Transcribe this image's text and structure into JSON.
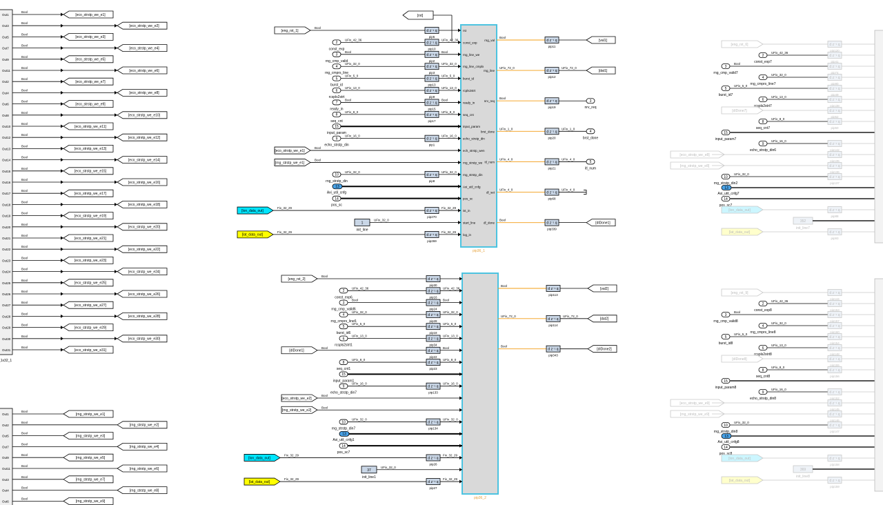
{
  "left_bus_top": {
    "ports": [
      "Out1",
      "Out3",
      "Out5",
      "Out7",
      "Out9",
      "Out11",
      "Out2",
      "Out4",
      "Out6",
      "Out8",
      "Out10",
      "Out12",
      "Out13",
      "Out14",
      "Out15",
      "Out16",
      "Out17",
      "Out18",
      "Out19",
      "Out20",
      "Out21",
      "Out22",
      "Out23",
      "Out24",
      "Out25",
      "Out26",
      "Out27",
      "Out28",
      "Out29",
      "Out30",
      "Out31"
    ],
    "signal_type": "Bool",
    "tags": [
      "[eco_strstp_we_e1]",
      "[eco_strstp_we_e2]",
      "[eco_strstp_we_e3]",
      "[eco_strstp_we_e4]",
      "[eco_strstp_we_e5]",
      "[eco_strstp_we_e6]",
      "[eco_strstp_we_e7]",
      "[eco_strstp_we_e8]",
      "[eco_strstp_we_e9]",
      "[eco_strstp_we_e10]",
      "[eco_strstp_we_e11]",
      "[eco_strstp_we_e12]",
      "[eco_strstp_we_e13]",
      "[eco_strstp_we_e14]",
      "[eco_strstp_we_e15]",
      "[eco_strstp_we_e16]",
      "[eco_strstp_we_e17]",
      "[eco_strstp_we_e18]",
      "[eco_strstp_we_e19]",
      "[eco_strstp_we_e20]",
      "[eco_strstp_we_e21]",
      "[eco_strstp_we_e22]",
      "[eco_strstp_we_e23]",
      "[eco_strstp_we_e24]",
      "[eco_strstp_we_e25]",
      "[eco_strstp_we_e26]",
      "[eco_strstp_we_e27]",
      "[eco_strstp_we_e28]",
      "[eco_strstp_we_e29]",
      "[eco_strstp_we_e30]",
      "[eco_strstp_we_e31]"
    ],
    "block_label": "_1x32_1"
  },
  "left_bus_bottom": {
    "ports": [
      "Out1",
      "Out2",
      "Out5",
      "Out7",
      "Out9",
      "Out11",
      "Out3",
      "Out4",
      "Out6"
    ],
    "tags": [
      "[rng_strstp_we_e1]",
      "[rng_strstp_we_e2]",
      "[rng_strstp_we_e3]",
      "[rng_strstp_we_e4]",
      "[rng_strstp_we_e5]",
      "[rng_strstp_we_e6]",
      "[rng_strstp_we_e7]",
      "[rng_strstp_we_e8]",
      "[rng_strstp_we_e9]"
    ]
  },
  "top_goto": "[rst]",
  "subsystem1": {
    "name": "pip36_1",
    "in_ports": [
      "rst",
      "const_exp",
      "rng_line_we",
      "rng_line_cmplx",
      "burst_id",
      "rcpls2strt",
      "ready_in",
      "seq_cnt",
      "input_param",
      "echo_strstp_din",
      "ech_strstp_wen",
      "rng_strstp_we",
      "rng_strstp_din",
      "Axi_util_cnfg",
      "pos_sc",
      "ist_in",
      "start_line",
      "log_in"
    ],
    "out_ports": [
      "rng_val",
      "rng_line",
      "nrv_req",
      "brst_done",
      "itl_num",
      "dl_set",
      "dl_done"
    ],
    "sources": [
      {
        "label": "[eng_rst_1]",
        "type": "Bool",
        "delay": "pip5"
      },
      {
        "label": "2",
        "name": "const_exp",
        "type": "UFix_42_36",
        "delay": "pip10",
        "out": "UFix_42_36"
      },
      {
        "label": "3",
        "name": "rng_cmp_valid",
        "type": "Bool",
        "delay": "pip2",
        "out": "Bool"
      },
      {
        "label": "4",
        "name": "rng_cmprs_line",
        "type": "UFix_32_0",
        "delay": "pip3",
        "out": "UFix_32_0"
      },
      {
        "label": "5",
        "name": "burst_id",
        "type": "UFix_5_0",
        "delay": "pip13",
        "out": "UFix_5_0"
      },
      {
        "label": "6",
        "name": "rcspls2strt",
        "type": "UFix_13_0",
        "delay": "pip9",
        "out": "UFix_13_0"
      },
      {
        "label": "7",
        "name": "ready_in",
        "type": "Bool",
        "delay": "pip15",
        "out": "Bool"
      },
      {
        "label": "8",
        "name": "seq_cnt",
        "type": "UFix_8_0",
        "delay": "pip17",
        "out": "UFix_8_0"
      },
      {
        "label": "15",
        "name": "input_param"
      },
      {
        "label": "9",
        "name": "echo_strstp_din",
        "type": "UFix_16_0",
        "delay": "pip1",
        "out": "UFix_16_0"
      },
      {
        "label": "[eco_strstp_we_e1]",
        "type": "Bool"
      },
      {
        "label": "[rng_strstp_we_e1]",
        "type": "Bool"
      },
      {
        "label": "10",
        "name": "rng_strstp_din",
        "type": "UFix_32_0",
        "delay": "pip8",
        "out": "UFix_32_0"
      },
      {
        "label": "13",
        "name": "Axi_util_cnfg"
      },
      {
        "label": "14",
        "name": "pos_sc"
      },
      {
        "label": "[lon_data_out]",
        "type": "Fix_32_29",
        "delay": "pip270",
        "out": "Fix_32_29"
      },
      {
        "label": "1",
        "name": "init_line",
        "type": "UFix_32_0"
      },
      {
        "label": "[lat_data_out]",
        "type": "Fix_32_29",
        "delay": "pip269",
        "out": "Fix_32_29"
      }
    ],
    "outputs": [
      {
        "type": "Bool",
        "delay": "pip11",
        "dest": "[val1]"
      },
      {
        "type": "UFix_72_0",
        "delay": "pip12",
        "out": "UFix_72_0",
        "dest": "[dat1]"
      },
      {
        "type": "Bool",
        "delay": "pip19",
        "dest": "3",
        "name": "nrv_req"
      },
      {
        "type": "UFix_1_0",
        "delay": "pip20",
        "out": "UFix_1_0",
        "dest": "4",
        "name": "brst_done"
      },
      {
        "type": "UFix_4_0",
        "delay": "pip21",
        "out": "UFix_4_0",
        "dest": "5",
        "name": "itl_num"
      },
      {
        "type": "UFix_4_0",
        "delay": "pip68",
        "out": "UFix_4_0"
      },
      {
        "type": "Bool",
        "delay": "pip339",
        "dest": "[dlDone1]"
      }
    ]
  },
  "subsystem2": {
    "name": "pip36_2",
    "sources": [
      {
        "label": "[eng_rst_2]",
        "type": "Bool",
        "delay": "pip30"
      },
      {
        "label": "2",
        "name": "const_exp6",
        "type": "UFix_42_36",
        "delay": "pip16",
        "out": "UFix_42_36"
      },
      {
        "label": "3",
        "name": "rng_cmp_valid6",
        "type": "Bool",
        "delay": "pip24",
        "out": "Bool"
      },
      {
        "label": "4",
        "name": "rng_cmprs_line6",
        "type": "UFix_32_0",
        "delay": "pip28",
        "out": "UFix_32_0"
      },
      {
        "label": "5",
        "name": "burst_id6",
        "type": "UFix_5_0",
        "delay": "pip18",
        "out": "UFix_5_0"
      },
      {
        "label": "6",
        "name": "rcspls2strt1",
        "type": "UFix_13_0",
        "delay": "pip34",
        "out": "UFix_13_0"
      },
      {
        "label": "[dlDone1]",
        "type": "Bool",
        "delay": "pip22",
        "out": "Bool"
      },
      {
        "label": "8",
        "name": "seq_cnt1",
        "type": "UFix_8_0",
        "delay": "pip23",
        "out": "UFix_8_0"
      },
      {
        "label": "15",
        "name": "input_param1"
      },
      {
        "label": "9",
        "name": "echo_strstp_din7",
        "type": "UFix_16_0",
        "delay": "pip133",
        "out": "UFix_16_0"
      },
      {
        "label": "[eco_strstp_we_e2]",
        "type": "Bool"
      },
      {
        "label": "[rng_strstp_we_e2]",
        "type": "Bool"
      },
      {
        "label": "10",
        "name": "rng_strstp_din7",
        "type": "UFix_32_0",
        "delay": "pip134",
        "out": "UFix_32_0"
      },
      {
        "label": "13",
        "name": "Axi_util_cnfg1"
      },
      {
        "label": "14",
        "name": "pos_sc7"
      },
      {
        "label": "[lon_data_out]",
        "type": "Fix_32_29",
        "delay": "pip26",
        "out": "Fix_32_29"
      },
      {
        "label": "37",
        "name": "init_line1",
        "type": "UFix_32_0"
      },
      {
        "label": "[lat_data_out]",
        "type": "Fix_32_29",
        "delay": "pip27",
        "out": "Fix_32_29"
      }
    ],
    "outputs": [
      {
        "type": "Bool",
        "delay": "pip113",
        "dest": "[val2]"
      },
      {
        "type": "UFix_72_0",
        "delay": "pip114",
        "out": "UFix_72_0",
        "dest": "[dat2]"
      },
      {
        "type": "Bool",
        "delay": "pip343",
        "dest": "[dlDone2]"
      }
    ]
  },
  "right_top": {
    "sources": [
      {
        "label": "[eng_rst_6]",
        "faded": true,
        "delay": "pip120"
      },
      {
        "label": "2",
        "name": "const_exp7",
        "type": "UFix_42_36",
        "delay": "pip41"
      },
      {
        "label": "3",
        "name": "rng_cmp_valid7",
        "type": "Bool",
        "delay": "pip74"
      },
      {
        "label": "4",
        "name": "rng_cmprs_line7",
        "type": "UFix_32_0",
        "delay": "pip90"
      },
      {
        "label": "5",
        "name": "burst_id7",
        "type": "UFix_5_0",
        "delay": "pip49"
      },
      {
        "label": "6",
        "name": "rcspls2strt7",
        "type": "UFix_13_0",
        "delay": "pip138"
      },
      {
        "label": "[dlDone7]",
        "faded": true,
        "delay": "pip52"
      },
      {
        "label": "8",
        "name": "seq_cnt7",
        "type": "UFix_8_0",
        "delay": "pip50"
      },
      {
        "label": "15",
        "name": "input_param7"
      },
      {
        "label": "9",
        "name": "echo_strstp_din6",
        "type": "UFix_16_0",
        "delay": "pip142"
      },
      {
        "label": "[eco_strstp_we_e8]",
        "faded": true,
        "delay": "pip135"
      },
      {
        "label": "[rng_strstp_we_e8]",
        "faded": true,
        "delay": "pip136"
      },
      {
        "label": "10",
        "name": "rng_strstp_din2",
        "type": "UFix_32_0",
        "delay": "pip137"
      },
      {
        "label": "13",
        "name": "Axi_util_cnfg7"
      },
      {
        "label": "14",
        "name": "pos_sc7"
      },
      {
        "label": "[lon_data_out]",
        "faded": true,
        "delay": "pip88"
      },
      {
        "label": "352",
        "name": "init_line7"
      },
      {
        "label": "[lat_data_out]",
        "faded": true,
        "delay": "pip93"
      }
    ]
  },
  "right_bottom": {
    "sources": [
      {
        "label": "[eng_rst_9]",
        "faded": true,
        "delay": "pip144"
      },
      {
        "label": "2",
        "name": "const_exp8",
        "type": "UFix_42_36",
        "delay": "pip153"
      },
      {
        "label": "3",
        "name": "rng_cmp_valid8",
        "type": "Bool",
        "delay": "pip157"
      },
      {
        "label": "4",
        "name": "rng_cmprs_line8",
        "type": "UFix_32_0",
        "delay": "pip160"
      },
      {
        "label": "5",
        "name": "burst_id8",
        "type": "UFix_5_0",
        "delay": "pip154"
      },
      {
        "label": "6",
        "name": "rcspls2strt8",
        "type": "UFix_13_0",
        "delay": "pip148"
      },
      {
        "label": "[dlDone8]",
        "faded": true,
        "delay": "pip155"
      },
      {
        "label": "8",
        "name": "seq_cnt8",
        "type": "UFix_8_0",
        "delay": "pip156"
      },
      {
        "label": "15",
        "name": "input_param8"
      },
      {
        "label": "9",
        "name": "echo_strstp_din8",
        "type": "UFix_16_0",
        "delay": "pip152"
      },
      {
        "label": "[eco_strstp_we_e9]",
        "faded": true,
        "delay": "pip145"
      },
      {
        "label": "[rng_strstp_we_e9]",
        "faded": true,
        "delay": "pip146"
      },
      {
        "label": "10",
        "name": "rng_strstp_din8",
        "type": "UFix_32_0",
        "delay": "pip147"
      },
      {
        "label": "13",
        "name": "Axi_util_cnfg8"
      },
      {
        "label": "14",
        "name": "pos_sc8"
      },
      {
        "label": "[lon_data_out]",
        "faded": true,
        "delay": "pip158"
      },
      {
        "label": "369",
        "name": "init_line8"
      },
      {
        "label": "[lat_data_out]",
        "faded": true,
        "delay": "pip159"
      }
    ]
  },
  "colors": {
    "line": "#000000",
    "wire_orange": "#f39c12",
    "cyan_tag": "#00e5ff",
    "yellow_tag": "#ffff00",
    "inport_blue": "#4aa3e8",
    "delay_fill": "#c9d6e6",
    "subsystem_fill": "#d9d9d9",
    "subsystem_border": "#4cc3e0",
    "faded": "#c8c8c8"
  }
}
